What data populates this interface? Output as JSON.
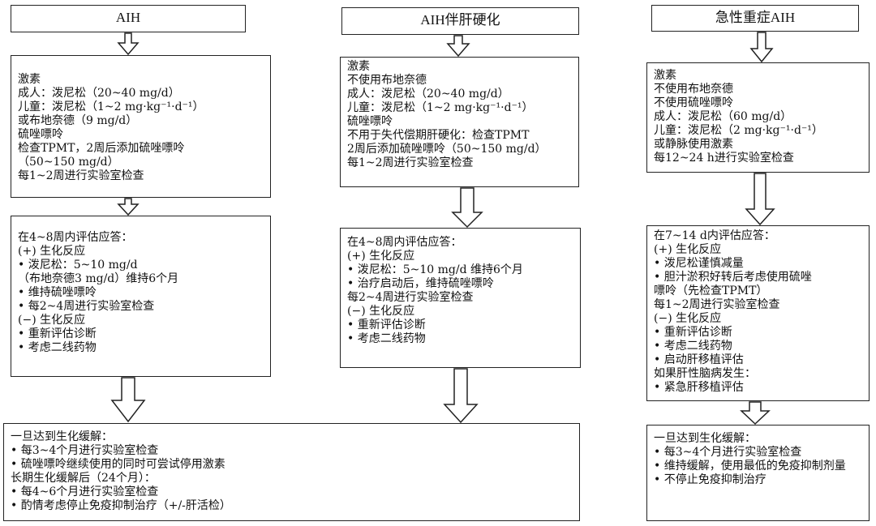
{
  "columns": [
    {
      "header": "AIH",
      "boxes": [
        [
          "激素",
          "成人：泼尼松（20~40 mg/d）",
          "儿童：泼尼松（1~2 mg·kg⁻¹·d⁻¹）",
          "或布地奈德（9 mg/d）",
          "硫唑嘌呤",
          "检查TPMT，2周后添加硫唑嘌呤",
          "（50~150 mg/d）",
          "每1~2周进行实验室检查"
        ],
        [
          "在4~8周内评估应答：",
          "(+) 生化反应",
          "• 泼尼松：5~10 mg/d",
          "（布地奈德3 mg/d）维持6个月",
          "• 维持硫唑嘌呤",
          "• 每2~4周进行实验室检查",
          "(−) 生化反应",
          "• 重新评估诊断",
          "• 考虑二线药物"
        ]
      ]
    },
    {
      "header": "AIH伴肝硬化",
      "boxes": [
        [
          "激素",
          "不使用布地奈德",
          "成人：泼尼松（20~40 mg/d）",
          "儿童：泼尼松（1~2 mg·kg⁻¹·d⁻¹）",
          "硫唑嘌呤",
          "不用于失代偿期肝硬化：检查TPMT",
          "2周后添加硫唑嘌呤（50~150 mg/d）",
          "每1~2周进行实验室检查"
        ],
        [
          "在4~8周内评估应答：",
          "(+) 生化反应",
          "• 泼尼松：5~10 mg/d 维持6个月",
          "• 治疗启动后，维持硫唑嘌呤",
          "  每2~4周进行实验室检查",
          "(−) 生化反应",
          "• 重新评估诊断",
          "• 考虑二线药物"
        ]
      ]
    },
    {
      "header": "急性重症AIH",
      "boxes": [
        [
          "激素",
          "不使用布地奈德",
          "不使用硫唑嘌呤",
          "成人：泼尼松（60 mg/d）",
          "儿童：泼尼松（2 mg·kg⁻¹·d⁻¹）",
          "或静脉使用激素",
          "每12~24 h进行实验室检查"
        ],
        [
          "在7~14 d内评估应答：",
          "(+) 生化反应",
          "• 泼尼松谨慎减量",
          "• 胆汁淤积好转后考虑使用硫唑",
          "嘌呤（先检查TPMT）",
          "  每1~2周进行实验室检查",
          "(−) 生化反应",
          "• 重新评估诊断",
          "• 考虑二线药物",
          "• 启动肝移植评估",
          "如果肝性脑病发生：",
          "• 紧急肝移植评估"
        ],
        [
          "一旦达到生化缓解：",
          "• 每3~4个月进行实验室检查",
          "• 维持缓解，使用最低的免疫抑制剂量",
          "• 不停止免疫抑制治疗"
        ]
      ]
    }
  ],
  "bottom_shared": [
    "一旦达到生化缓解：",
    "• 每3~4个月进行实验室检查",
    "• 硫唑嘌呤继续使用的同时可尝试停用激素",
    "长期生化缓解后（24个月）：",
    "• 每4~6个月进行实验室检查",
    "• 酌情考虑停止免疫抑制治疗（+/-肝活检）"
  ]
}
